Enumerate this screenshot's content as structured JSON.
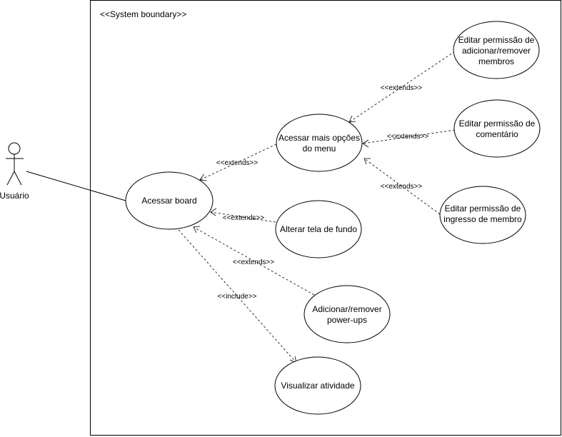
{
  "boundary": {
    "label": "<<System boundary>>"
  },
  "actor": {
    "name": "Usuário"
  },
  "use_cases": {
    "acessar_board": "Acessar board",
    "mais_opcoes": [
      "Acessar mais opções",
      "do menu"
    ],
    "alterar_fundo": "Alterar tela de fundo",
    "power_ups": [
      "Adicionar/remover",
      "power-ups"
    ],
    "visualizar": "Visualizar atividade",
    "perm_membros": [
      "Editar permissão de",
      "adicionar/remover",
      "membros"
    ],
    "perm_comentario": [
      "Editar permissão de",
      "comentário"
    ],
    "perm_ingresso": [
      "Editar permissão de",
      "ingresso de membro"
    ]
  },
  "relations": {
    "extends": "<<extends>>",
    "include": "<<include>>"
  }
}
